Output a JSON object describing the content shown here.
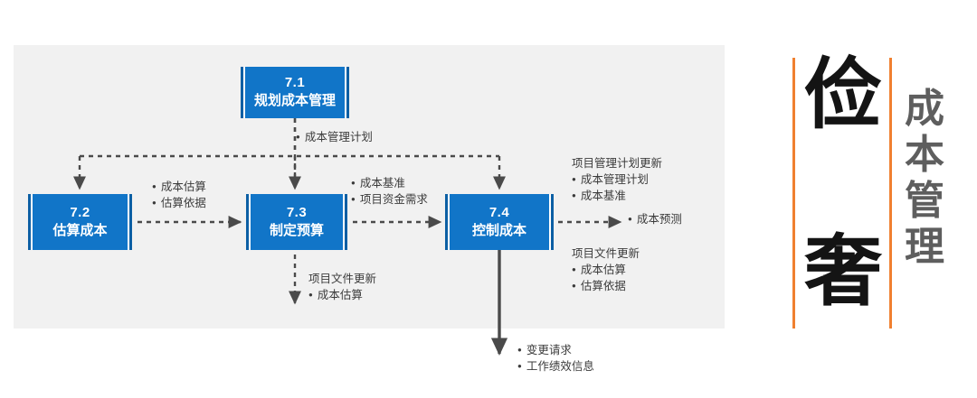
{
  "diagram": {
    "title": "成本管理",
    "boxes": [
      {
        "id": "7.1",
        "number": "7.1",
        "name": "规划成本管理"
      },
      {
        "id": "7.2",
        "number": "7.2",
        "name": "估算成本"
      },
      {
        "id": "7.3",
        "number": "7.3",
        "name": "制定预算"
      },
      {
        "id": "7.4",
        "number": "7.4",
        "name": "控制成本"
      }
    ],
    "annotations": {
      "plan": {
        "items": [
          "成本管理计划"
        ]
      },
      "estimate": {
        "items": [
          "成本估算",
          "估算依据"
        ]
      },
      "baseline": {
        "items": [
          "成本基准",
          "项目资金需求"
        ]
      },
      "pmp_update": {
        "header": "项目管理计划更新",
        "items": [
          "成本管理计划",
          "成本基准"
        ]
      },
      "forecast": {
        "items": [
          "成本预测"
        ]
      },
      "docs_update_right": {
        "header": "项目文件更新",
        "items": [
          "成本估算",
          "估算依据"
        ]
      },
      "docs_update_bottom": {
        "header": "项目文件更新",
        "items": [
          "成本估算"
        ]
      },
      "bottom_outputs": {
        "items": [
          "变更请求",
          "工作绩效信息"
        ]
      }
    }
  },
  "side_panel": {
    "char_top": "俭",
    "char_bottom": "奢",
    "title_chars": [
      "成",
      "本",
      "管",
      "理"
    ]
  },
  "colors": {
    "box_blue": "#1175c8",
    "box_edge": "#0c5fa4",
    "panel_bg": "#f1f1f1",
    "rule_orange": "#f08030",
    "title_gray": "#5e5e5e",
    "arrow_gray": "#4a4a4a"
  }
}
